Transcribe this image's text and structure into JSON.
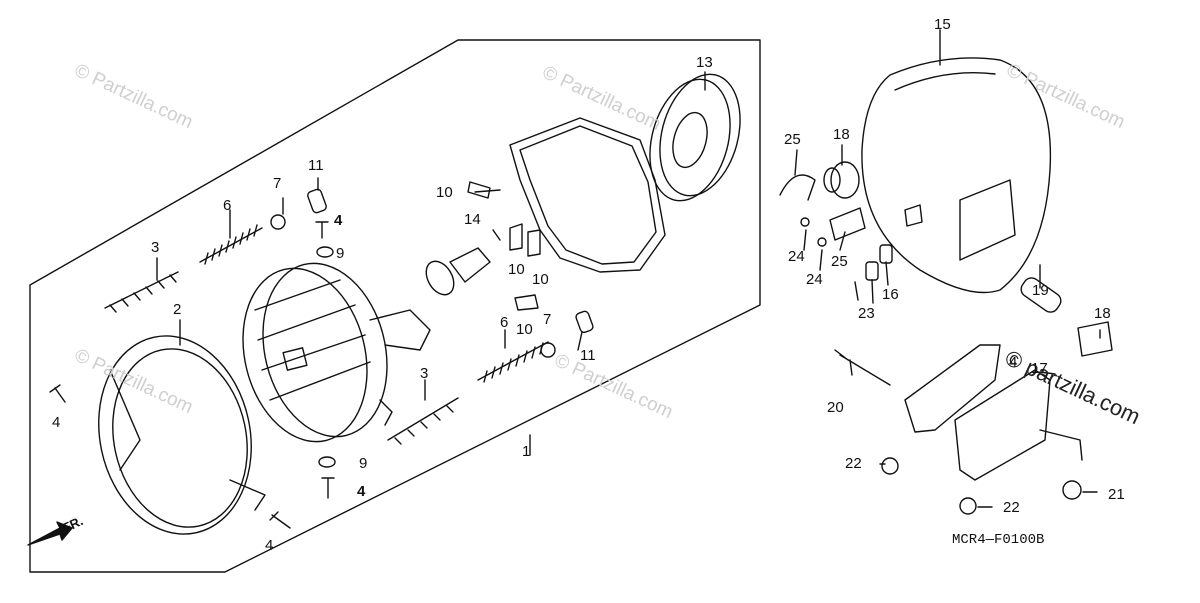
{
  "diagram": {
    "code": "MCR4—F0100B",
    "front_label": "FR.",
    "watermark": "© Partzilla.com",
    "watermark_brand": "© partzilla.com",
    "callouts": [
      "1",
      "2",
      "3",
      "3",
      "4",
      "4",
      "4",
      "4",
      "4",
      "6",
      "6",
      "7",
      "7",
      "9",
      "9",
      "10",
      "10",
      "10",
      "10",
      "11",
      "11",
      "13",
      "14",
      "15",
      "16",
      "17",
      "18",
      "18",
      "19",
      "20",
      "21",
      "22",
      "22",
      "23",
      "24",
      "24",
      "25",
      "25"
    ]
  }
}
